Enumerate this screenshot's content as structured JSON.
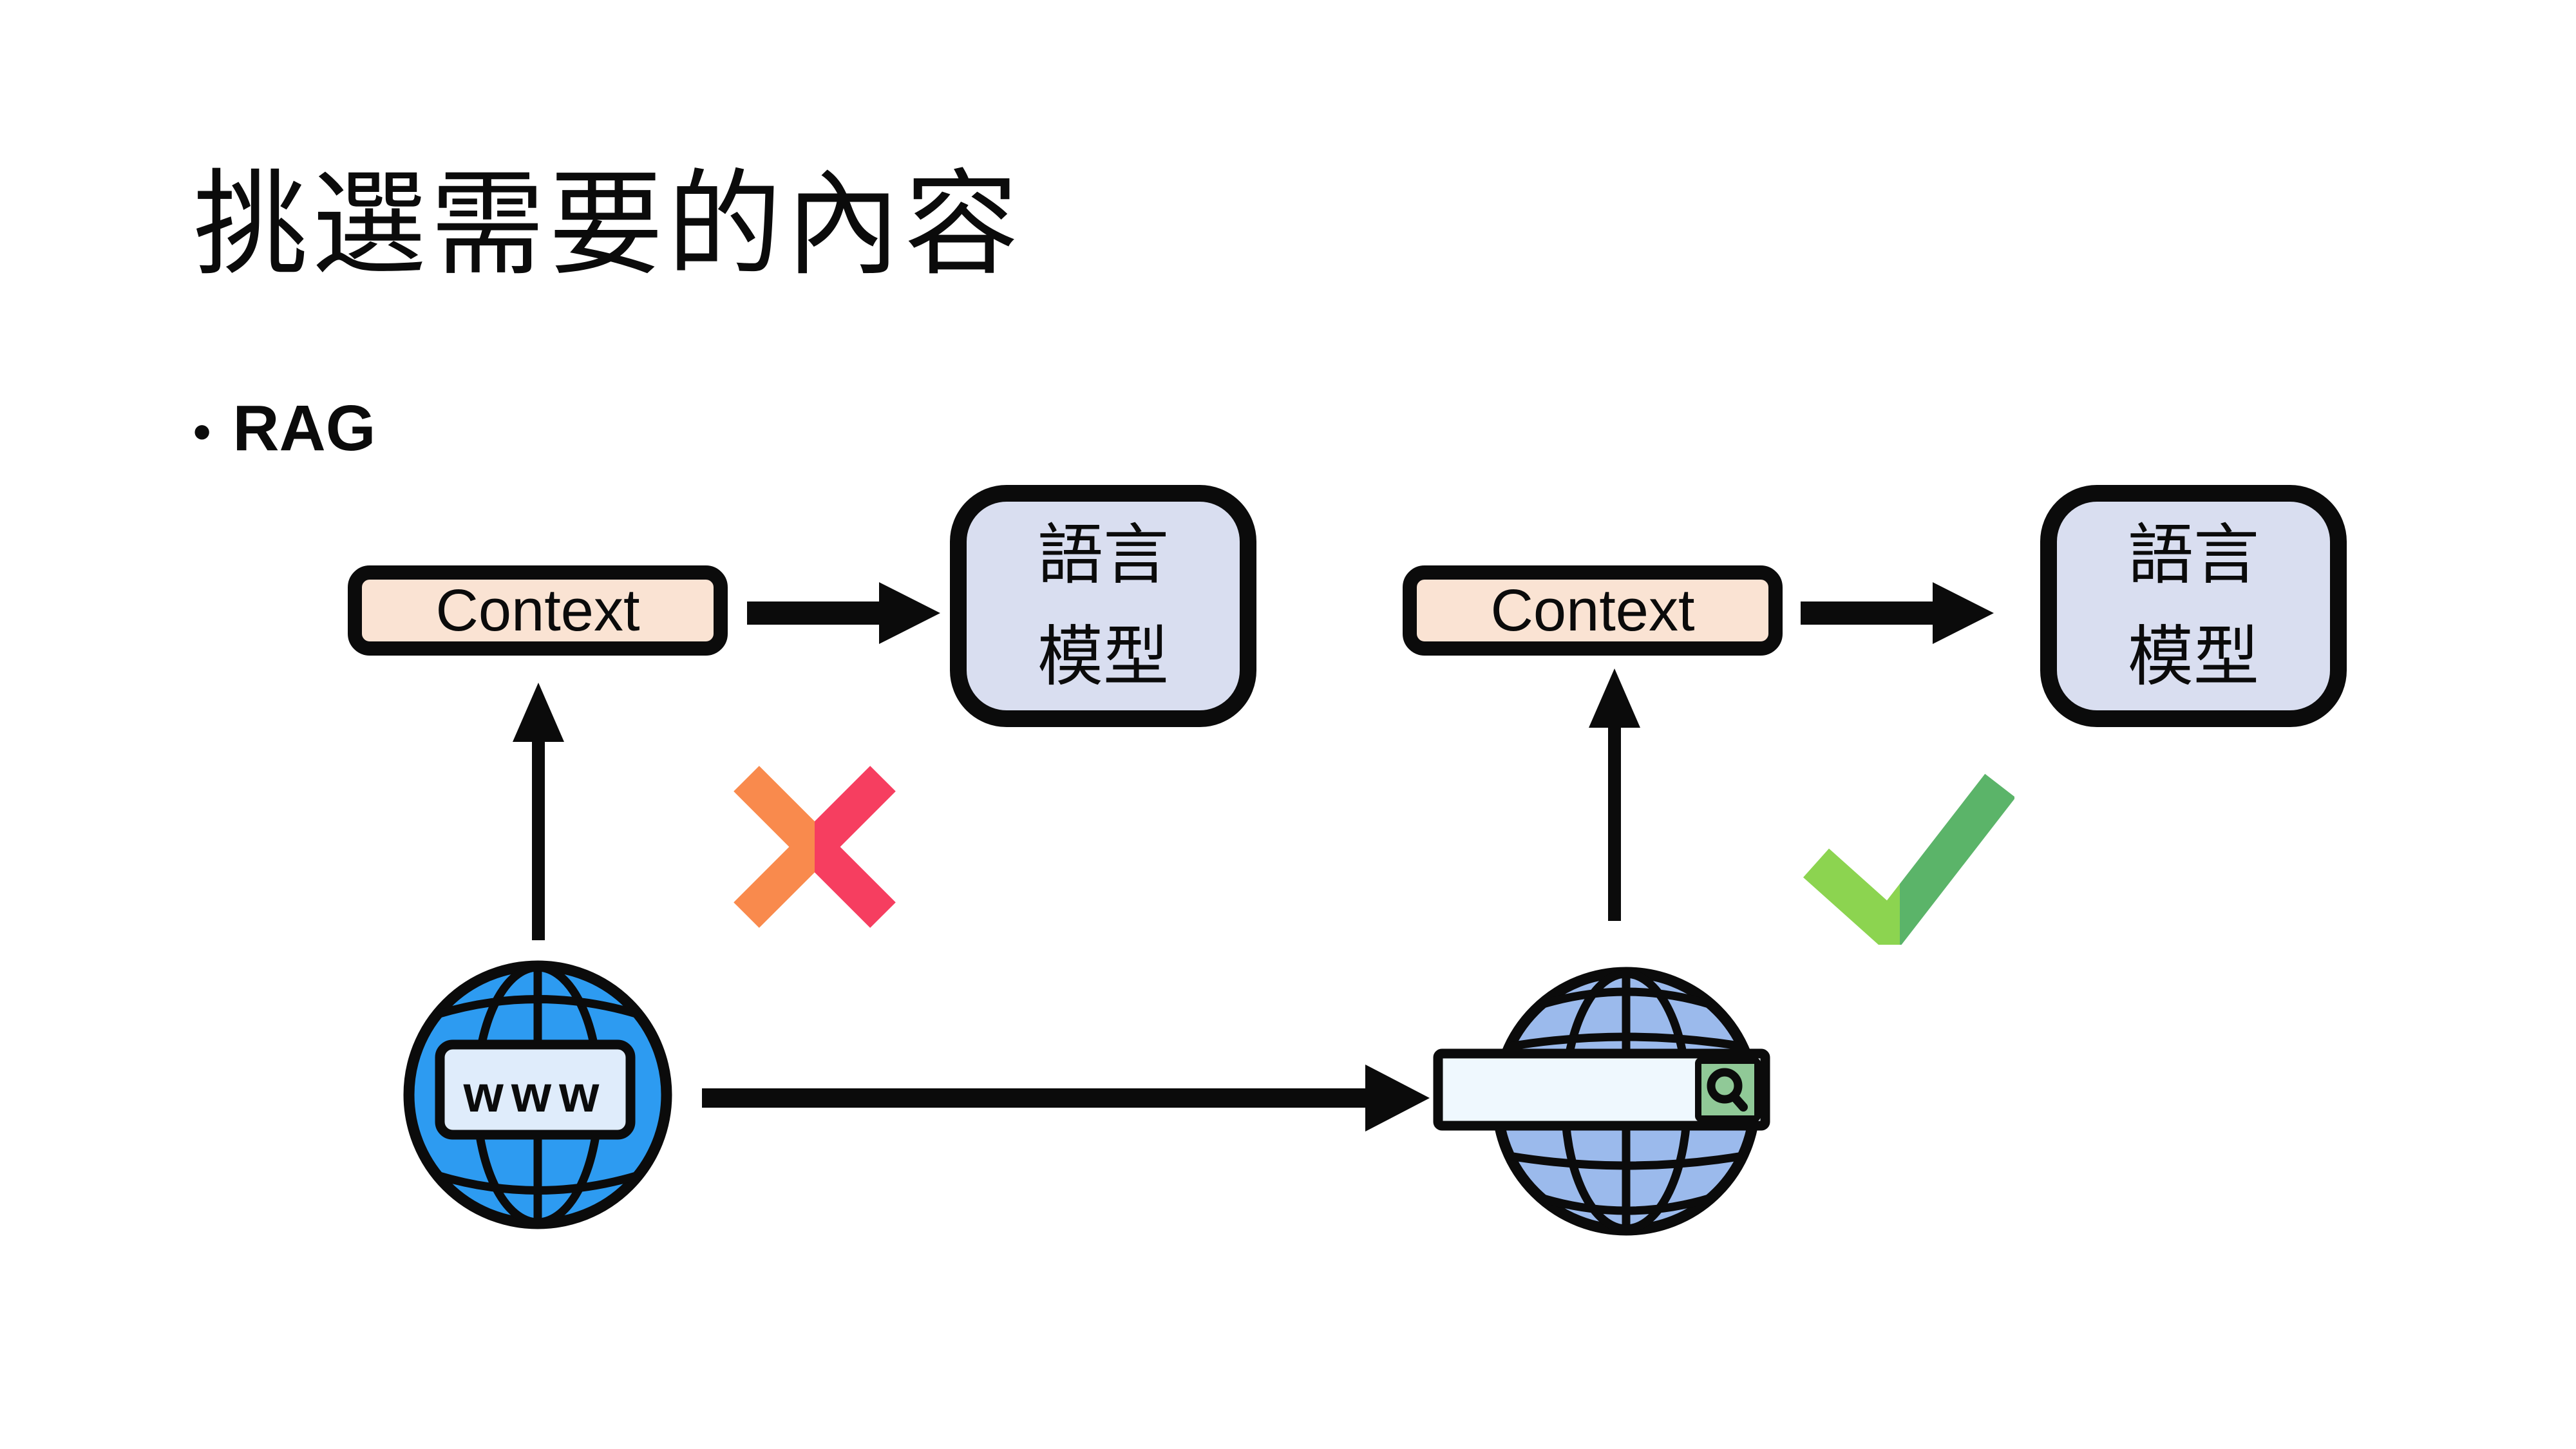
{
  "slide": {
    "title": "挑選需要的內容",
    "bullet_marker": "•",
    "bullet_label": "RAG"
  },
  "flow_left": {
    "context_label": "Context",
    "model_line1": "語言",
    "model_line2": "模型",
    "globe_label": "www",
    "verdict": "cross"
  },
  "flow_right": {
    "context_label": "Context",
    "model_line1": "語言",
    "model_line2": "模型",
    "verdict": "check"
  },
  "colors": {
    "text": "#0b0b0b",
    "stroke": "#0b0b0b",
    "context_fill": "#fae3d3",
    "model_fill": "#d9def0",
    "globe_blue": "#2d9bf1",
    "globe_plate_fill": "#dfecfb",
    "globe_periwinkle": "#9bbaec",
    "searchbar_fill": "#eff8fe",
    "search_button_green": "#90c997",
    "cross_orange": "#f98a4d",
    "cross_pink": "#f63e60",
    "check_light_green": "#8cd450",
    "check_dark_green": "#5bb469"
  }
}
